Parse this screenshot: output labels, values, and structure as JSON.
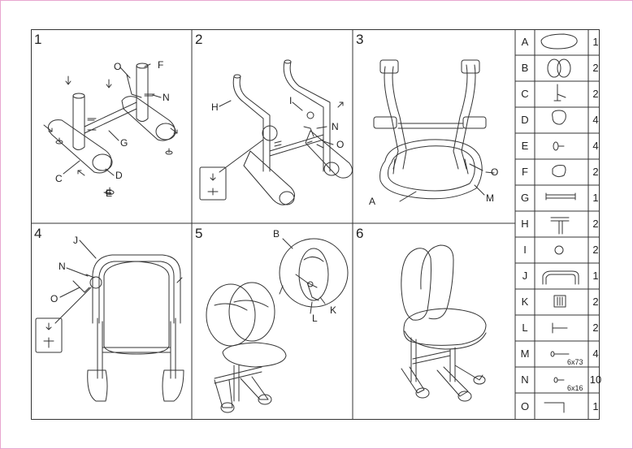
{
  "steps": [
    {
      "number": "1",
      "callouts": {
        "O": "O",
        "F": "F",
        "N": "N",
        "G": "G",
        "C": "C",
        "D": "D",
        "E": "E"
      }
    },
    {
      "number": "2",
      "callouts": {
        "H": "H",
        "I": "I",
        "N": "N",
        "O": "O"
      }
    },
    {
      "number": "3",
      "callouts": {
        "O": "O",
        "A": "A",
        "M": "M"
      }
    },
    {
      "number": "4",
      "callouts": {
        "J": "J",
        "N": "N",
        "O": "O"
      }
    },
    {
      "number": "5",
      "callouts": {
        "B": "B",
        "K": "K",
        "L": "L"
      }
    },
    {
      "number": "6",
      "callouts": {}
    }
  ],
  "parts": [
    {
      "letter": "A",
      "qty": "1",
      "size": "",
      "icon": "seat-pad-icon"
    },
    {
      "letter": "B",
      "qty": "2",
      "size": "",
      "icon": "backrest-pad-icon"
    },
    {
      "letter": "C",
      "qty": "2",
      "size": "",
      "icon": "foot-bracket-icon"
    },
    {
      "letter": "D",
      "qty": "4",
      "size": "",
      "icon": "leg-cap-icon"
    },
    {
      "letter": "E",
      "qty": "4",
      "size": "",
      "icon": "glide-icon"
    },
    {
      "letter": "F",
      "qty": "2",
      "size": "",
      "icon": "tube-cap-icon"
    },
    {
      "letter": "G",
      "qty": "1",
      "size": "",
      "icon": "crossbar-icon"
    },
    {
      "letter": "H",
      "qty": "2",
      "size": "",
      "icon": "l-bracket-icon"
    },
    {
      "letter": "I",
      "qty": "2",
      "size": "",
      "icon": "ball-cap-icon"
    },
    {
      "letter": "J",
      "qty": "1",
      "size": "",
      "icon": "handle-bar-icon"
    },
    {
      "letter": "K",
      "qty": "2",
      "size": "",
      "icon": "clamp-icon"
    },
    {
      "letter": "L",
      "qty": "2",
      "size": "",
      "icon": "knob-bolt-icon"
    },
    {
      "letter": "M",
      "qty": "4",
      "size": "6x73",
      "icon": "long-screw-icon"
    },
    {
      "letter": "N",
      "qty": "10",
      "size": "6x16",
      "icon": "short-screw-icon"
    },
    {
      "letter": "O",
      "qty": "1",
      "size": "",
      "icon": "allen-key-icon"
    }
  ]
}
